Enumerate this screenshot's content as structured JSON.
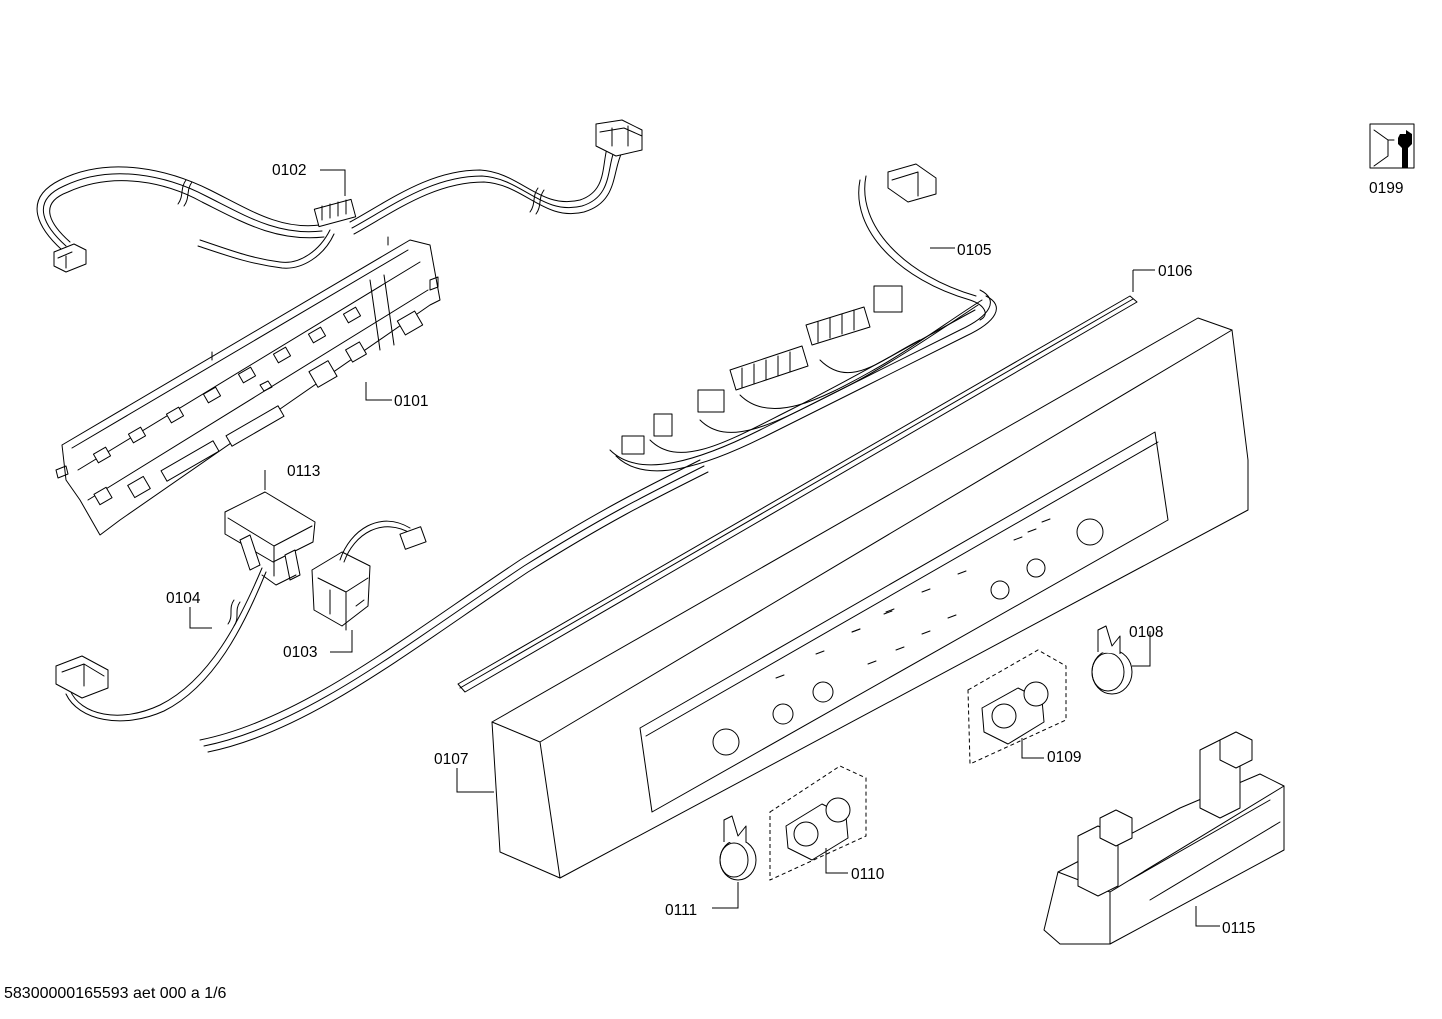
{
  "labels": {
    "p0101": "0101",
    "p0102": "0102",
    "p0103": "0103",
    "p0104": "0104",
    "p0105": "0105",
    "p0106": "0106",
    "p0107": "0107",
    "p0108": "0108",
    "p0109": "0109",
    "p0110": "0110",
    "p0111": "0111",
    "p0113": "0113",
    "p0115": "0115",
    "p0199": "0199"
  },
  "footer": "58300000165593 aet 000 a 1/6",
  "icons": {
    "p0199": "tool-kit-icon"
  }
}
